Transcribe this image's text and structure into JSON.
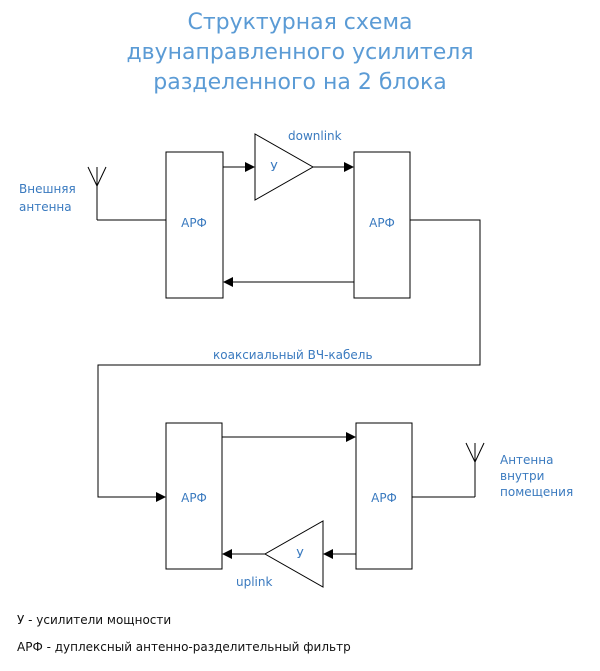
{
  "title": {
    "line1": "Структурная схема",
    "line2": "двунаправленного усилителя",
    "line3": "разделенного на 2 блока"
  },
  "labels": {
    "external_antenna_line1": "Внешняя",
    "external_antenna_line2": "антенна",
    "indoor_antenna_line1": "Антенна",
    "indoor_antenna_line2": "внутри",
    "indoor_antenna_line3": "помещения",
    "downlink": "downlink",
    "uplink": "uplink",
    "cable": "коаксиальный ВЧ-кабель",
    "duplexer": "АРФ",
    "amplifier": "У"
  },
  "legend": {
    "amplifier": "У - усилители мощности",
    "duplexer": "АРФ - дуплексный антенно-разделительный фильтр"
  },
  "colors": {
    "title": "#5b9bd5",
    "label": "#3a7abf",
    "line": "#000000"
  }
}
